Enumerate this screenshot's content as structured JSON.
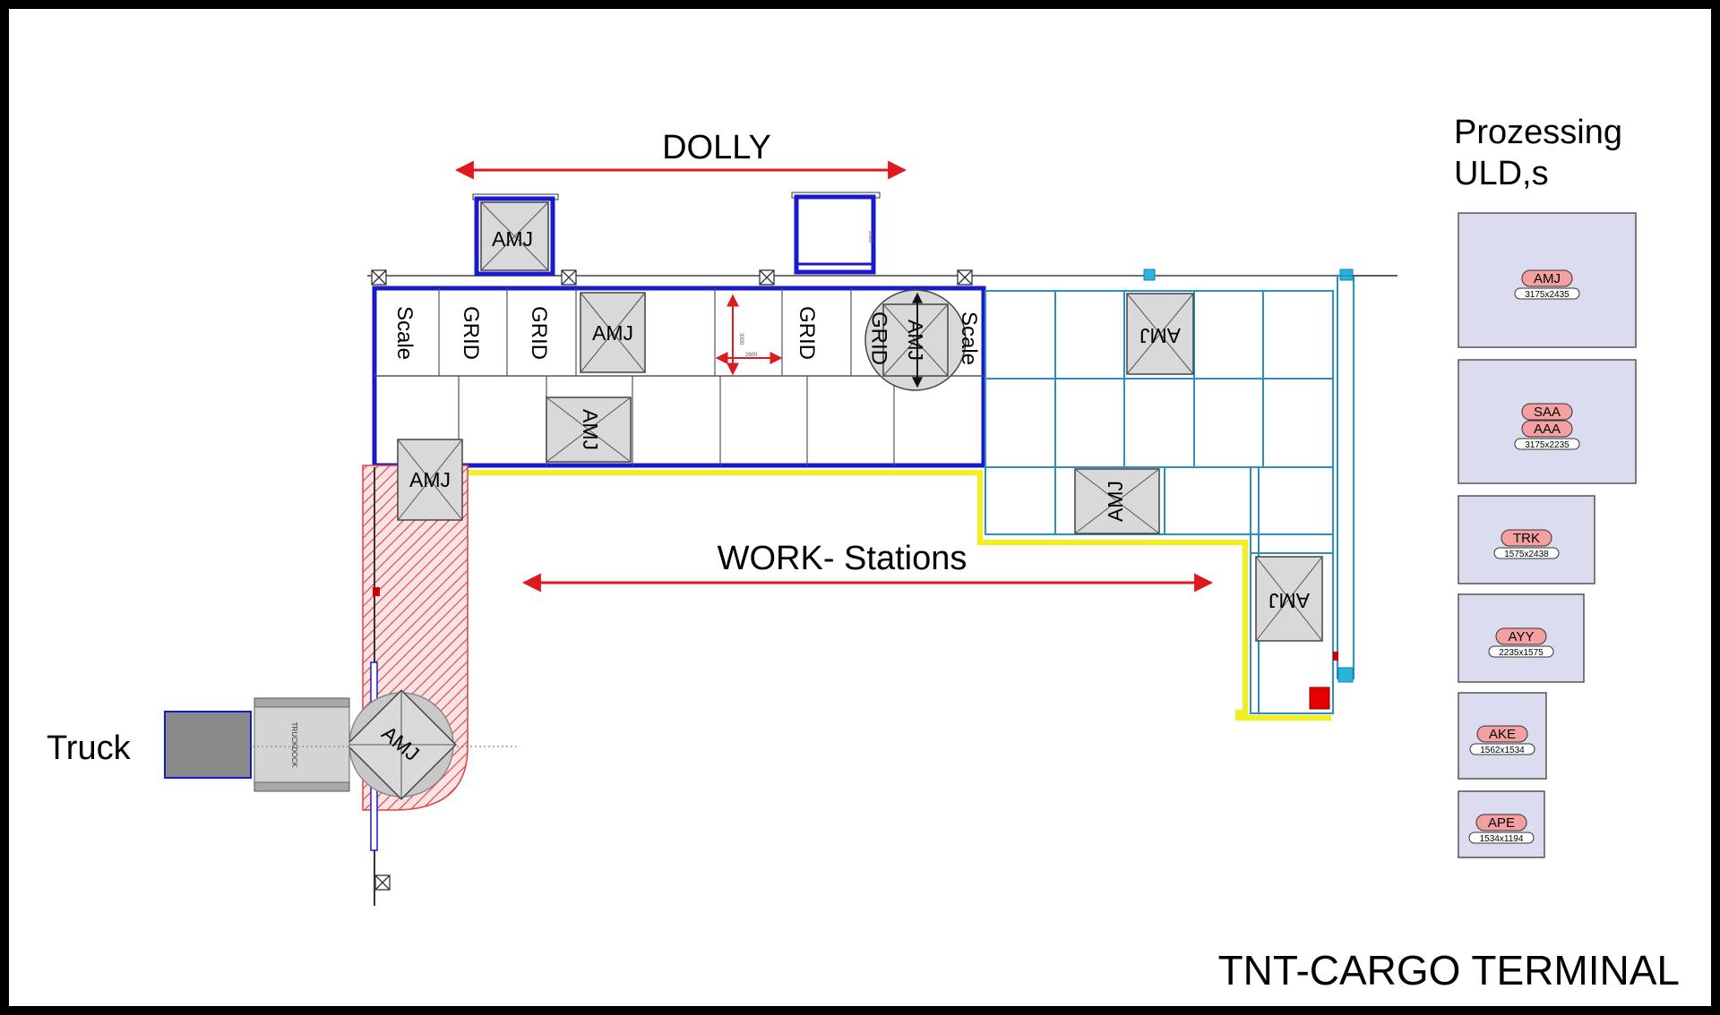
{
  "title": "TNT-CARGO TERMINAL",
  "labels": {
    "dolly": "DOLLY",
    "work_stations": "WORK- Stations",
    "truck": "Truck",
    "truckdock": "TRUCKDOCK",
    "processing_uld_line1": "Prozessing",
    "processing_uld_line2": "ULD,s"
  },
  "conveyor_labels": {
    "scale": "Scale",
    "grid": "GRID",
    "amj": "AMJ"
  },
  "dimension_marks": {
    "vertical": "3300",
    "horizontal": "2600",
    "dolly_side": "2000"
  },
  "uld_types": [
    {
      "codes": [
        "AMJ"
      ],
      "dims": "3175x2435"
    },
    {
      "codes": [
        "SAA",
        "AAA"
      ],
      "dims": "3175x2235"
    },
    {
      "codes": [
        "TRK"
      ],
      "dims": "1575x2438"
    },
    {
      "codes": [
        "AYY"
      ],
      "dims": "2235x1575"
    },
    {
      "codes": [
        "AKE"
      ],
      "dims": "1562x1534"
    },
    {
      "codes": [
        "APE"
      ],
      "dims": "1534x1194"
    }
  ],
  "colors": {
    "conveyor_outline": "#1a1acc",
    "grid_outline": "#2b8fbf",
    "walkway": "#f2ef1a",
    "arrows": "#e0191c",
    "hatch_area": "#e04040",
    "uld_panel": "#dcdcf0",
    "uld_tag": "#f4a0a0",
    "amj_box": "#d9d9d9",
    "truck_cab": "#8a8a8a"
  }
}
